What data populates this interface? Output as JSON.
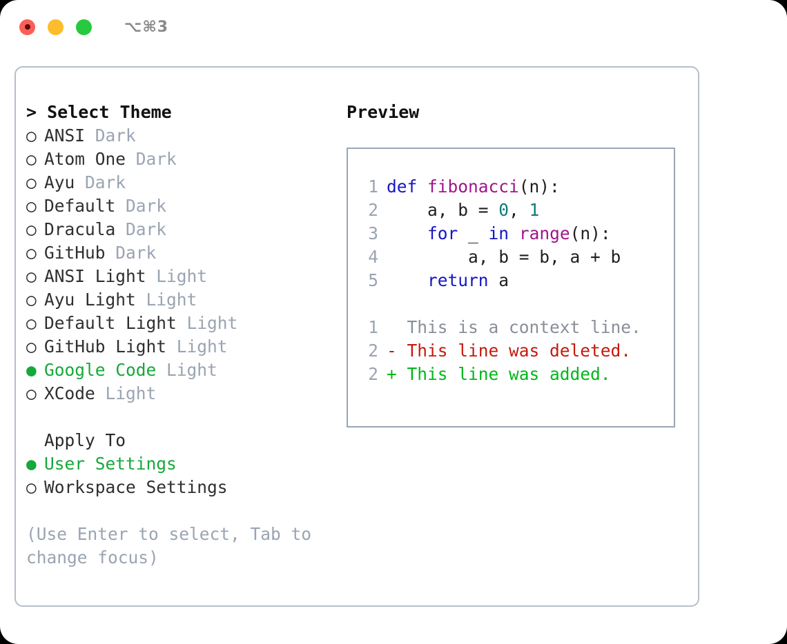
{
  "window": {
    "title": "⌥⌘3",
    "traffic_lights": [
      {
        "name": "close",
        "color": "#fb5f57"
      },
      {
        "name": "minimize",
        "color": "#fcbc2e"
      },
      {
        "name": "maximize",
        "color": "#27c93f"
      }
    ]
  },
  "theme_list": {
    "header": "> Select Theme",
    "options": [
      {
        "marker": "○",
        "name": "ANSI",
        "category": "Dark",
        "selected": false
      },
      {
        "marker": "○",
        "name": "Atom One",
        "category": "Dark",
        "selected": false
      },
      {
        "marker": "○",
        "name": "Ayu",
        "category": "Dark",
        "selected": false
      },
      {
        "marker": "○",
        "name": "Default",
        "category": "Dark",
        "selected": false
      },
      {
        "marker": "○",
        "name": "Dracula",
        "category": "Dark",
        "selected": false
      },
      {
        "marker": "○",
        "name": "GitHub",
        "category": "Dark",
        "selected": false
      },
      {
        "marker": "○",
        "name": "ANSI Light",
        "category": "Light",
        "selected": false
      },
      {
        "marker": "○",
        "name": "Ayu Light",
        "category": "Light",
        "selected": false
      },
      {
        "marker": "○",
        "name": "Default Light",
        "category": "Light",
        "selected": false
      },
      {
        "marker": "○",
        "name": "GitHub Light",
        "category": "Light",
        "selected": false
      },
      {
        "marker": "●",
        "name": "Google Code",
        "category": "Light",
        "selected": true
      },
      {
        "marker": "○",
        "name": "XCode",
        "category": "Light",
        "selected": false
      }
    ]
  },
  "apply_to": {
    "header": "Apply To",
    "options": [
      {
        "marker": "●",
        "name": "User Settings",
        "selected": true
      },
      {
        "marker": "○",
        "name": "Workspace Settings",
        "selected": false
      }
    ]
  },
  "hint": "(Use Enter to select, Tab to change focus)",
  "preview": {
    "title": "Preview",
    "code_lines": [
      {
        "no": "1",
        "tokens": [
          {
            "t": "def ",
            "c": "kw"
          },
          {
            "t": "fibonacci",
            "c": "fn"
          },
          {
            "t": "(n):",
            "c": "pl"
          }
        ]
      },
      {
        "no": "2",
        "tokens": [
          {
            "t": "    a, b = ",
            "c": "pl"
          },
          {
            "t": "0",
            "c": "num"
          },
          {
            "t": ", ",
            "c": "pl"
          },
          {
            "t": "1",
            "c": "num"
          }
        ]
      },
      {
        "no": "3",
        "tokens": [
          {
            "t": "    ",
            "c": "pl"
          },
          {
            "t": "for",
            "c": "kw"
          },
          {
            "t": " _ ",
            "c": "pl"
          },
          {
            "t": "in",
            "c": "kw"
          },
          {
            "t": " ",
            "c": "pl"
          },
          {
            "t": "range",
            "c": "fn"
          },
          {
            "t": "(n):",
            "c": "pl"
          }
        ]
      },
      {
        "no": "4",
        "tokens": [
          {
            "t": "        a, b = b, a + b",
            "c": "pl"
          }
        ]
      },
      {
        "no": "5",
        "tokens": [
          {
            "t": "    ",
            "c": "pl"
          },
          {
            "t": "return",
            "c": "kw"
          },
          {
            "t": " a",
            "c": "pl"
          }
        ]
      }
    ],
    "diff_lines": [
      {
        "no": "1",
        "text": "  This is a context line.",
        "kind": "ctx"
      },
      {
        "no": "2",
        "text": "- This line was deleted.",
        "kind": "del"
      },
      {
        "no": "2",
        "text": "+ This line was added.",
        "kind": "add"
      }
    ]
  },
  "colors": {
    "accent_green": "#16a83a",
    "muted": "#9aa4b2",
    "keyword": "#1616c4",
    "function": "#a0158c",
    "number": "#0d7b7b",
    "diff_added": "#00b81a",
    "diff_deleted": "#c41a0c",
    "border": "#b6bec9"
  }
}
